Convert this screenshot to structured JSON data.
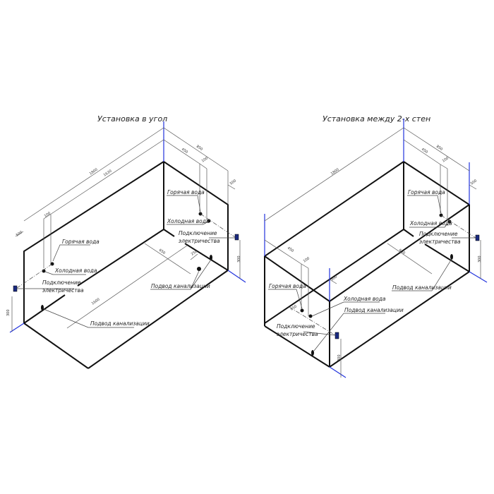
{
  "diagrams": [
    {
      "title": "Установка в угол",
      "labels": {
        "hot_water": "Горячая вода",
        "cold_water": "Холодная вода",
        "electric_1": "Подключение",
        "electric_2": "электричества",
        "drain": "Подвод канализации"
      },
      "dimensions": [
        "1800",
        "1630",
        "850",
        "450",
        "100",
        "500",
        "300",
        "650",
        "1600",
        "250"
      ]
    },
    {
      "title": "Установка между 2-х стен",
      "labels": {
        "hot_water": "Горячая вода",
        "cold_water": "Холодная вода",
        "electric_1": "Подключение",
        "electric_2": "электричества",
        "drain": "Подвод канализации"
      },
      "dimensions": [
        "1800",
        "850",
        "450",
        "100",
        "500",
        "300",
        "650"
      ]
    }
  ],
  "colors": {
    "edge": "#111111",
    "axis": "#2233dd",
    "socket": "#1a2a80"
  }
}
